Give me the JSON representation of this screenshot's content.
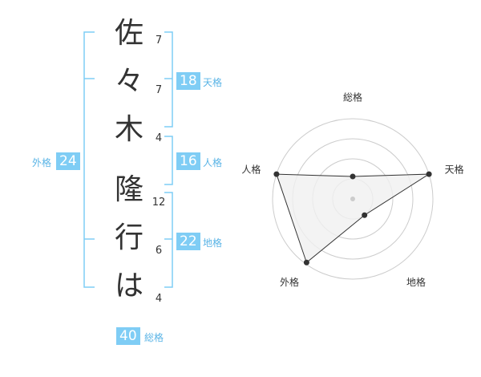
{
  "name": {
    "chars": [
      "佐",
      "々",
      "木",
      "隆",
      "行",
      "は"
    ],
    "strokes": [
      "7",
      "7",
      "4",
      "12",
      "6",
      "4"
    ]
  },
  "kakusu": {
    "tenkaku": {
      "value": "18",
      "label": "天格"
    },
    "jinkaku": {
      "value": "16",
      "label": "人格"
    },
    "chikaku": {
      "value": "22",
      "label": "地格"
    },
    "gaikaku": {
      "value": "24",
      "label": "外格"
    },
    "soukaku": {
      "value": "40",
      "label": "総格"
    }
  },
  "colors": {
    "bracket": "#7fcdf5",
    "badge": "#7fcdf5",
    "badge_label": "#5ab4e6",
    "radar_fill": "#f0f0f0",
    "radar_stroke": "#333333",
    "grid": "#cccccc"
  },
  "chart_data": {
    "type": "radar",
    "axes": [
      "総格",
      "天格",
      "地格",
      "外格",
      "人格"
    ],
    "rings": 4,
    "values": [
      0.28,
      1.0,
      0.25,
      0.98,
      1.0
    ],
    "max": 1.0
  }
}
